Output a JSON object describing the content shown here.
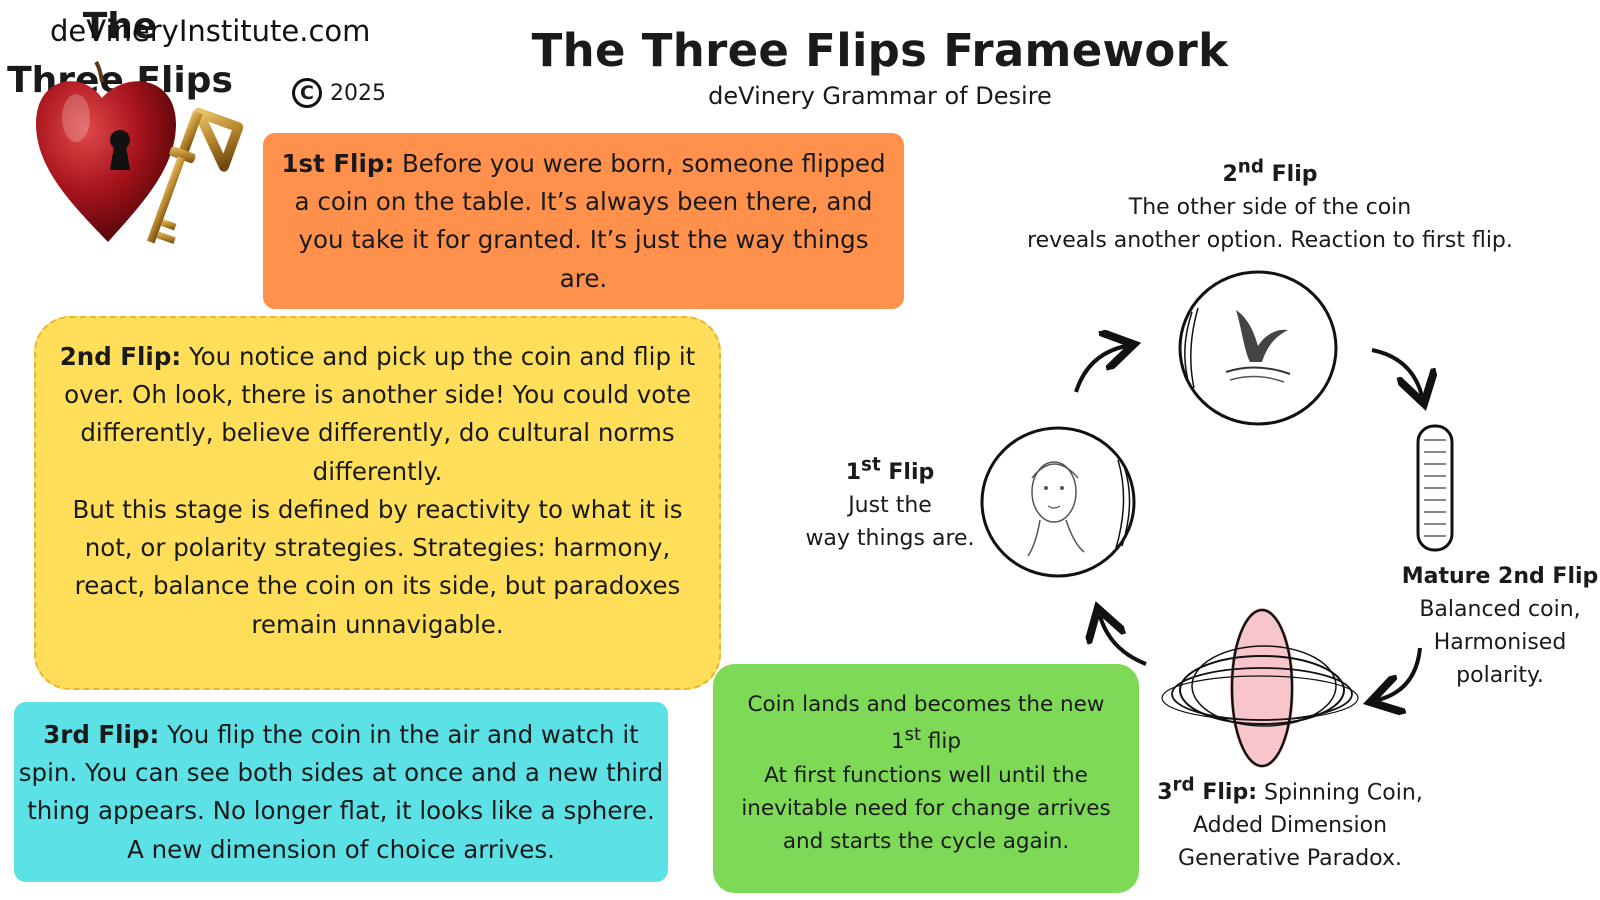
{
  "header": {
    "site": "deVineryInstitute.com",
    "copyright_symbol": "C",
    "year": "2025",
    "title": "The Three Flips Framework",
    "subtitle": "deVinery Grammar of Desire"
  },
  "boxes": {
    "first": {
      "lead": "1st Flip:",
      "text": " Before you were born, someone flipped a coin on the table. It’s always been there, and you take it for granted. It’s just the way things are.",
      "color": "#ff914d"
    },
    "second": {
      "lead": "2nd Flip:",
      "text1": " You notice and pick up the coin and flip it over. Oh look, there is another side! You could vote differently, believe differently, do cultural norms differently.",
      "text2": "But this stage is defined by reactivity to what it is not, or polarity strategies. Strategies: harmony, react, balance the coin on its side, but paradoxes remain unnavigable.",
      "color": "#ffde59"
    },
    "third": {
      "lead": "3rd Flip:",
      "text": " You flip the coin in the air and watch it spin. You can see both sides at once and a new third thing appears. No longer flat, it looks like a sphere. A new dimension of choice arrives.",
      "color": "#5ce1e6"
    },
    "green": {
      "line1": "Coin lands and becomes the new",
      "line2_num": "1",
      "line2_sup": "st",
      "line2_rest": " flip",
      "line3": "At first functions well until the inevitable need for change arrives and starts the cycle again.",
      "color": "#7ed957"
    }
  },
  "cycle": {
    "center_line1": "The",
    "center_line2": "Three Flips",
    "second_flip": {
      "num": "2",
      "sup": "nd",
      "word": " Flip",
      "line1": "The other side of the coin",
      "line2": "reveals another option. Reaction to first flip."
    },
    "first_flip": {
      "num": "1",
      "sup": "st",
      "word": " Flip",
      "line1": "Just the",
      "line2": "way things are."
    },
    "mature": {
      "title": "Mature 2nd Flip",
      "line1": "Balanced coin,",
      "line2": "Harmonised",
      "line3": "polarity."
    },
    "third_flip": {
      "num": "3",
      "sup": "rd",
      "word": " Flip:",
      "rest": " Spinning Coin,",
      "line2": "Added Dimension",
      "line3": "Generative Paradox."
    }
  },
  "icons": {
    "apple": "heart-apple-keyhole-icon",
    "key": "golden-key-icon",
    "whale_coin": "whale-tail-coin-icon",
    "face_coin": "face-portrait-coin-icon",
    "edge_coin": "coin-on-edge-icon",
    "spin_coin": "spinning-coin-icon"
  }
}
